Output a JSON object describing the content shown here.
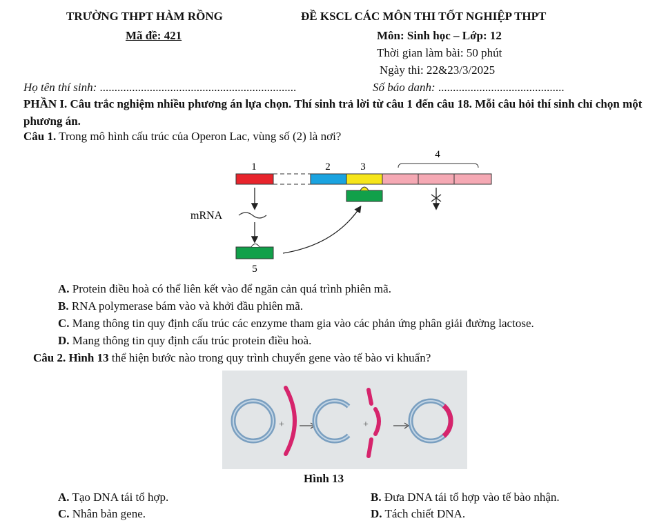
{
  "header": {
    "school": "TRƯỜNG THPT HÀM RỒNG",
    "exam_title": "ĐỀ KSCL CÁC MÔN THI TỐT NGHIỆP THPT",
    "code_label": "Mã đề: 421",
    "subject": "Môn: Sinh học – Lớp: 12",
    "duration": "Thời gian làm bài: 50 phút",
    "date": "Ngày thi: 22&23/3/2025"
  },
  "student": {
    "name_label": "Họ tên thí sinh: ",
    "name_dots": "...................................................................",
    "id_label": "Số báo danh: ",
    "id_dots": "..........................................."
  },
  "part1": {
    "instruction": "PHẦN I. Câu trắc nghiệm nhiều phương án lựa chọn. Thí sinh trả lời từ câu 1 đến câu 18. Mỗi câu hỏi thí sinh chỉ chọn một phương án."
  },
  "q1": {
    "num": "Câu 1.",
    "text": " Trong mô hình cấu trúc của Operon Lac, vùng số (2) là nơi?",
    "figure": {
      "labels": [
        "1",
        "2",
        "3",
        "4",
        "5"
      ],
      "mrna": "mRNA",
      "colors": {
        "red": "#e8242c",
        "blue": "#1aa3e0",
        "yellow": "#f6e51a",
        "pink": "#f5a9b4",
        "green": "#11a04a"
      }
    },
    "options": [
      {
        "key": "A.",
        "text": " Protein điều hoà có thể liên kết vào để ngăn cản quá trình phiên mã."
      },
      {
        "key": "B.",
        "text": " RNA polymerase bám vào và khởi đầu phiên mã."
      },
      {
        "key": "C.",
        "text": " Mang thông tin quy định cấu trúc các enzyme tham gia vào các phản ứng phân giải đường lactose."
      },
      {
        "key": "D.",
        "text": " Mang thông tin quy định cấu trúc protein điều hoà."
      }
    ]
  },
  "q2": {
    "num": "Câu 2.",
    "bold_ref": " Hình 13",
    "text": " thể hiện bước nào trong quy trình chuyển gene vào tế bào vi khuẩn?",
    "figure_caption": "Hình 13",
    "figure_colors": {
      "bg": "#e2e5e7",
      "ring": "#7a9fc0",
      "magenta": "#d6246c"
    },
    "options": [
      {
        "key": "A.",
        "text": " Tạo DNA tái tổ hợp."
      },
      {
        "key": "B.",
        "text": " Đưa DNA tái tổ hợp vào tế bào nhận."
      },
      {
        "key": "C.",
        "text": " Nhân bản gene."
      },
      {
        "key": "D.",
        "text": " Tách chiết DNA."
      }
    ]
  }
}
